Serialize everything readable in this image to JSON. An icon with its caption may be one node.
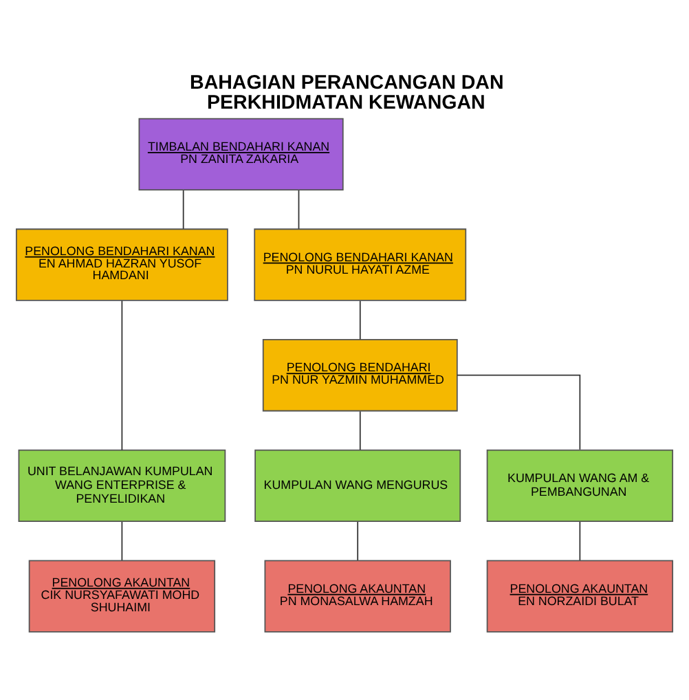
{
  "diagram": {
    "title": "BAHAGIAN PERANCANGAN DAN PERKHIDMATAN KEWANGAN",
    "nodes": [
      {
        "text": [
          "TIMBALAN BENDAHARI KANAN",
          "PN ZANITA ZAKARIA"
        ]
      },
      {
        "text": [
          "PENOLONG BENDAHARI KANAN",
          "EN AHMAD HAZRAN YUSOF HAMDANI"
        ]
      },
      {
        "text": [
          "PENOLONG BENDAHARI KANAN",
          "PN NURUL HAYATI AZME"
        ]
      },
      {
        "text": [
          "PENOLONG BENDAHARI",
          "PN NUR YAZMIN MUHAMMED"
        ]
      },
      {
        "text": [
          "UNIT BELANJAWAN KUMPULAN WANG ENTERPRISE & PENYELIDIKAN"
        ]
      },
      {
        "text": [
          "KUMPULAN WANG MENGURUS"
        ]
      },
      {
        "text": [
          "KUMPULAN WANG AM & PEMBANGUNAN"
        ]
      },
      {
        "text": [
          "PENOLONG AKAUNTAN",
          "CIK NURSYAFAWATI MOHD SHUHAIMI"
        ]
      },
      {
        "text": [
          "PENOLONG AKAUNTAN",
          "PN MONASALWA HAMZAH"
        ]
      },
      {
        "text": [
          "PENOLONG AKAUNTAN",
          "EN NORZAIDI BULAT"
        ]
      }
    ],
    "edges": [
      {
        "from": 0,
        "to": 1,
        "arrow": "none"
      },
      {
        "from": 0,
        "to": 2,
        "arrow": "none"
      },
      {
        "from": 2,
        "to": 3,
        "arrow": "none"
      },
      {
        "from": 1,
        "to": 4,
        "arrow": "none"
      },
      {
        "from": 3,
        "to": 5,
        "arrow": "none"
      },
      {
        "from": 3,
        "to": 6,
        "arrow": "none"
      },
      {
        "from": 4,
        "to": 7,
        "arrow": "none"
      },
      {
        "from": 5,
        "to": 8,
        "arrow": "none"
      },
      {
        "from": 6,
        "to": 9,
        "arrow": "none"
      }
    ]
  }
}
